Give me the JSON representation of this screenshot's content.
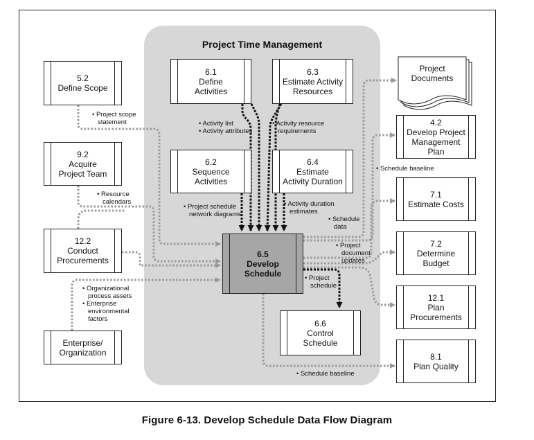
{
  "title": "Project Time Management",
  "caption": "Figure 6-13. Develop Schedule Data Flow Diagram",
  "center": {
    "num": "6.5",
    "line1": "Develop",
    "line2": "Schedule"
  },
  "inputs": {
    "define_scope": {
      "num": "5.2",
      "line1": "Define Scope"
    },
    "acquire_team": {
      "num": "9.2",
      "line1": "Acquire",
      "line2": "Project Team"
    },
    "conduct_proc": {
      "num": "12.2",
      "line1": "Conduct",
      "line2": "Procurements"
    },
    "enterprise": {
      "line1": "Enterprise/",
      "line2": "Organization"
    }
  },
  "inner": {
    "define_activities": {
      "num": "6.1",
      "line1": "Define",
      "line2": "Activities"
    },
    "estimate_resources": {
      "num": "6.3",
      "line1": "Estimate Activity",
      "line2": "Resources"
    },
    "sequence_activities": {
      "num": "6.2",
      "line1": "Sequence",
      "line2": "Activities"
    },
    "estimate_duration": {
      "num": "6.4",
      "line1": "Estimate",
      "line2": "Activity Duration"
    },
    "control_schedule": {
      "num": "6.6",
      "line1": "Control",
      "line2": "Schedule"
    }
  },
  "outputs": {
    "project_documents": {
      "line1": "Project",
      "line2": "Documents"
    },
    "develop_pm_plan": {
      "num": "4.2",
      "line1": "Develop Project",
      "line2": "Management Plan"
    },
    "estimate_costs": {
      "num": "7.1",
      "line1": "Estimate Costs"
    },
    "determine_budget": {
      "num": "7.2",
      "line1": "Determine",
      "line2": "Budget"
    },
    "plan_procurements": {
      "num": "12.1",
      "line1": "Plan",
      "line2": "Procurements"
    },
    "plan_quality": {
      "num": "8.1",
      "line1": "Plan Quality"
    }
  },
  "labels": {
    "scope_statement": {
      "l1": "• Project scope",
      "l2": "statement"
    },
    "activity_list": {
      "l1": "• Activity list",
      "l2": "• Activity attributes"
    },
    "resource_req": {
      "l1": "• Activity resource",
      "l2": "requirements"
    },
    "resource_calendars": {
      "l1": "• Resource",
      "l2": "calendars"
    },
    "network_diagrams": {
      "l1": "• Project schedule",
      "l2": "network diagrams"
    },
    "duration_estimates": {
      "l1": "• Activity duration",
      "l2": "estimates"
    },
    "schedule_data": {
      "l1": "• Schedule",
      "l2": "data"
    },
    "doc_updates": {
      "l1": "• Project",
      "l2": "document",
      "l3": "updates"
    },
    "project_schedule": {
      "l1": "• Project",
      "l2": "schedule"
    },
    "org_assets": {
      "l1": "• Organizational",
      "l2": "process assets",
      "l3": "• Enterprise",
      "l4": "environmental",
      "l5": "factors"
    },
    "schedule_baseline_top": {
      "l1": "• Schedule baseline"
    },
    "schedule_baseline_bottom": {
      "l1": "• Schedule baseline"
    }
  }
}
